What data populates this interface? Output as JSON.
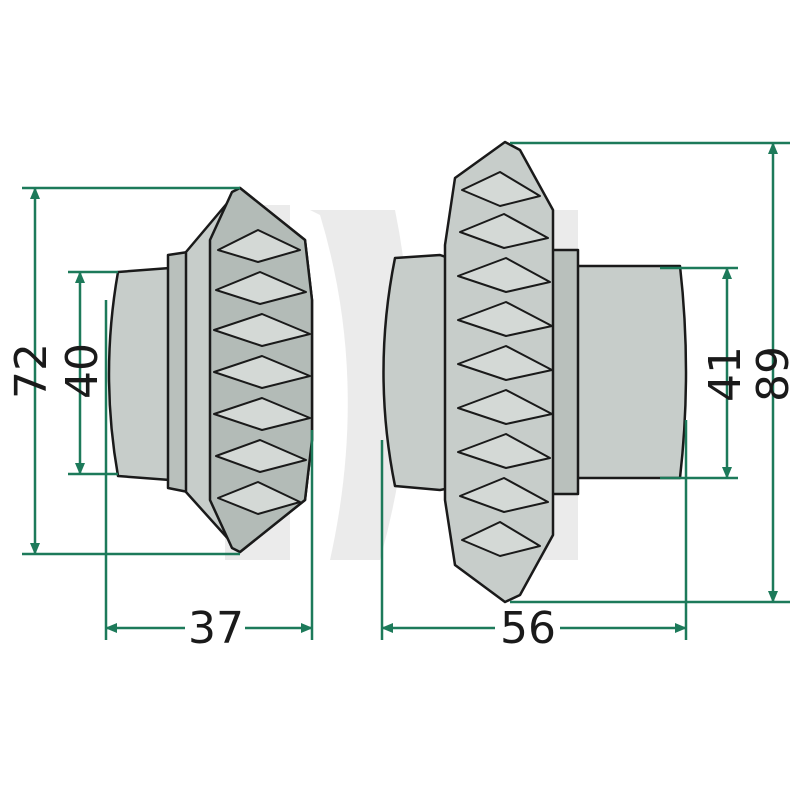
{
  "colors": {
    "dimension": "#1d7a5a",
    "gear_fill": "#c7cdca",
    "gear_shade": "#aab2ae",
    "outline": "#1a1a1a",
    "watermark": "#dcdcdc"
  },
  "small_gear": {
    "outer_diameter": "72",
    "hub_diameter": "40",
    "length": "37"
  },
  "large_gear": {
    "outer_diameter": "89",
    "hub_diameter": "41",
    "length": "56"
  }
}
